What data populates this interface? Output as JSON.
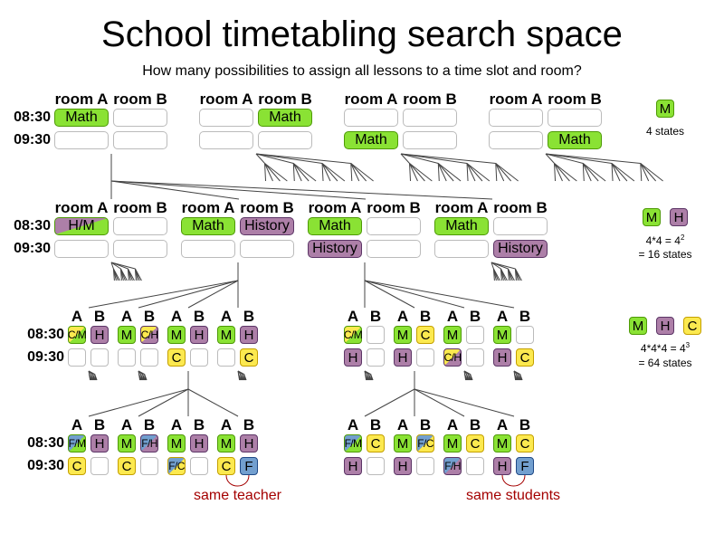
{
  "title": "School timetabling search space",
  "subtitle": "How many possibilities to assign all lessons to a time slot and room?",
  "times": [
    "08:30",
    "09:30"
  ],
  "room_headers_long": [
    "room A",
    "room B"
  ],
  "room_headers_short": [
    "A",
    "B"
  ],
  "lessons": {
    "M": {
      "label": "Math",
      "short": "M",
      "color": "#8ae234",
      "border": "#4e9a06"
    },
    "H": {
      "label": "History",
      "short": "H",
      "color": "#ad7fa8",
      "border": "#5c3566"
    },
    "C": {
      "label": "C",
      "short": "C",
      "color": "#fce94f",
      "border": "#c4a000"
    },
    "F": {
      "label": "F",
      "short": "F",
      "color": "#729fcf",
      "border": "#204a87"
    }
  },
  "level1": [
    [
      [
        "M",
        ""
      ],
      [
        "",
        ""
      ]
    ],
    [
      [
        "",
        "M"
      ],
      [
        "",
        ""
      ]
    ],
    [
      [
        "",
        ""
      ],
      [
        "M",
        ""
      ]
    ],
    [
      [
        "",
        ""
      ],
      [
        "",
        "M"
      ]
    ]
  ],
  "level2": [
    [
      [
        "H/M",
        ""
      ],
      [
        "",
        ""
      ]
    ],
    [
      [
        "M",
        "H"
      ],
      [
        "",
        ""
      ]
    ],
    [
      [
        "M",
        ""
      ],
      [
        "H",
        ""
      ]
    ],
    [
      [
        "M",
        ""
      ],
      [
        "",
        "H"
      ]
    ]
  ],
  "level3_left": [
    [
      [
        "C/M",
        "H"
      ],
      [
        "",
        ""
      ]
    ],
    [
      [
        "M",
        "C/H"
      ],
      [
        "",
        ""
      ]
    ],
    [
      [
        "M",
        "H"
      ],
      [
        "C",
        ""
      ]
    ],
    [
      [
        "M",
        "H"
      ],
      [
        "",
        "C"
      ]
    ]
  ],
  "level3_right": [
    [
      [
        "C/M",
        ""
      ],
      [
        "H",
        ""
      ]
    ],
    [
      [
        "M",
        "C"
      ],
      [
        "H",
        ""
      ]
    ],
    [
      [
        "M",
        ""
      ],
      [
        "C/H",
        ""
      ]
    ],
    [
      [
        "M",
        ""
      ],
      [
        "H",
        "C"
      ]
    ]
  ],
  "level4_left": [
    [
      [
        "F/M",
        "H"
      ],
      [
        "C",
        ""
      ]
    ],
    [
      [
        "M",
        "F/H"
      ],
      [
        "C",
        ""
      ]
    ],
    [
      [
        "M",
        "H"
      ],
      [
        "F/C",
        ""
      ]
    ],
    [
      [
        "M",
        "H"
      ],
      [
        "C",
        "F"
      ]
    ]
  ],
  "level4_right": [
    [
      [
        "F/M",
        "C"
      ],
      [
        "H",
        ""
      ]
    ],
    [
      [
        "M",
        "F/C"
      ],
      [
        "H",
        ""
      ]
    ],
    [
      [
        "M",
        "C"
      ],
      [
        "F/H",
        ""
      ]
    ],
    [
      [
        "M",
        "C"
      ],
      [
        "H",
        "F"
      ]
    ]
  ],
  "legend": {
    "l1_badges": [
      "M"
    ],
    "l1_text": "4 states",
    "l2_badges": [
      "M",
      "H"
    ],
    "l2_formula": "4*4 = 4",
    "l2_exp": "2",
    "l2_result": "= 16 states",
    "l3_badges": [
      "M",
      "H",
      "C"
    ],
    "l3_formula": "4*4*4 = 4",
    "l3_exp": "3",
    "l3_result": "= 64 states"
  },
  "annotations": {
    "same_teacher": "same teacher",
    "same_students": "same students"
  }
}
